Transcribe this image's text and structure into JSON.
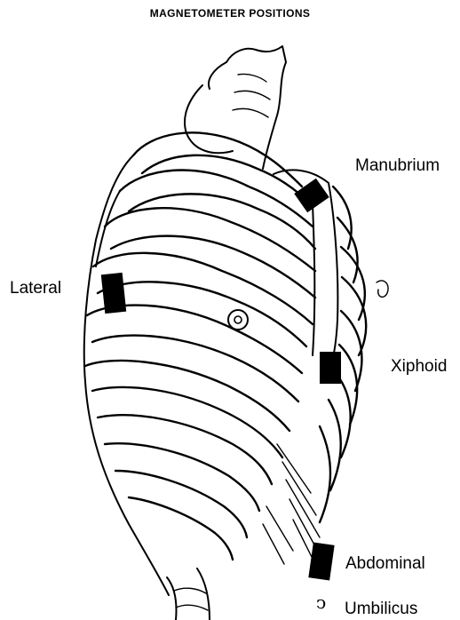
{
  "figure": {
    "title": "MAGNETOMETER POSITIONS",
    "labels": {
      "manubrium": "Manubrium",
      "lateral": "Lateral",
      "xiphoid": "Xiphoid",
      "abdominal": "Abdominal",
      "umbilicus": "Umbilicus"
    },
    "umbilicus_symbol": "ↄ",
    "colors": {
      "ink": "#000000",
      "background": "#ffffff"
    }
  }
}
